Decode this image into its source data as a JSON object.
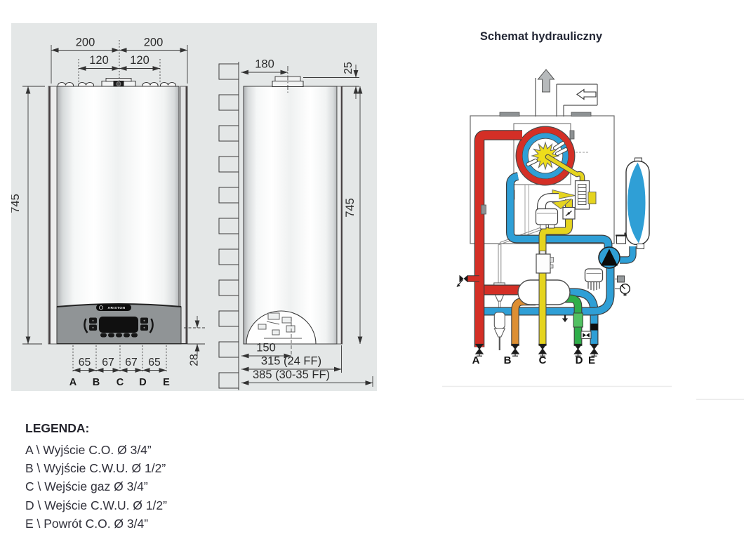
{
  "front_view": {
    "brand": "ARISTON",
    "dims": {
      "width_left": "200",
      "width_right": "200",
      "flue_left": "120",
      "flue_right": "120",
      "height": "745",
      "spacing": [
        "65",
        "67",
        "67",
        "65"
      ],
      "panel_depth": "28"
    },
    "ports": [
      "A",
      "B",
      "C",
      "D",
      "E"
    ]
  },
  "side_view": {
    "dims": {
      "wall_to_flue": "180",
      "flue_offset": "25",
      "height": "745",
      "base": "150",
      "depth_24ff": "315 (24 FF)",
      "depth_30_35ff": "385 (30-35 FF)"
    }
  },
  "schematic": {
    "title": "Schemat hydrauliczny",
    "ports": [
      "A",
      "B",
      "C",
      "D",
      "E"
    ]
  },
  "legend": {
    "heading": "LEGENDA:",
    "items": [
      "A \\ Wyjście C.O. Ø 3/4”",
      "B \\ Wyjście C.W.U. Ø 1/2”",
      "C \\ Wejście gaz Ø 3/4”",
      "D \\ Wejście C.W.U. Ø 1/2”",
      "E \\ Powrót C.O. Ø 3/4”"
    ]
  },
  "colors": {
    "co_flow_red": "#d42f26",
    "dhw_out_orange": "#dd8f33",
    "gas_yellow": "#e5d41f",
    "dhw_in_green": "#2fae4a",
    "co_return_blue": "#2f9fd6"
  }
}
